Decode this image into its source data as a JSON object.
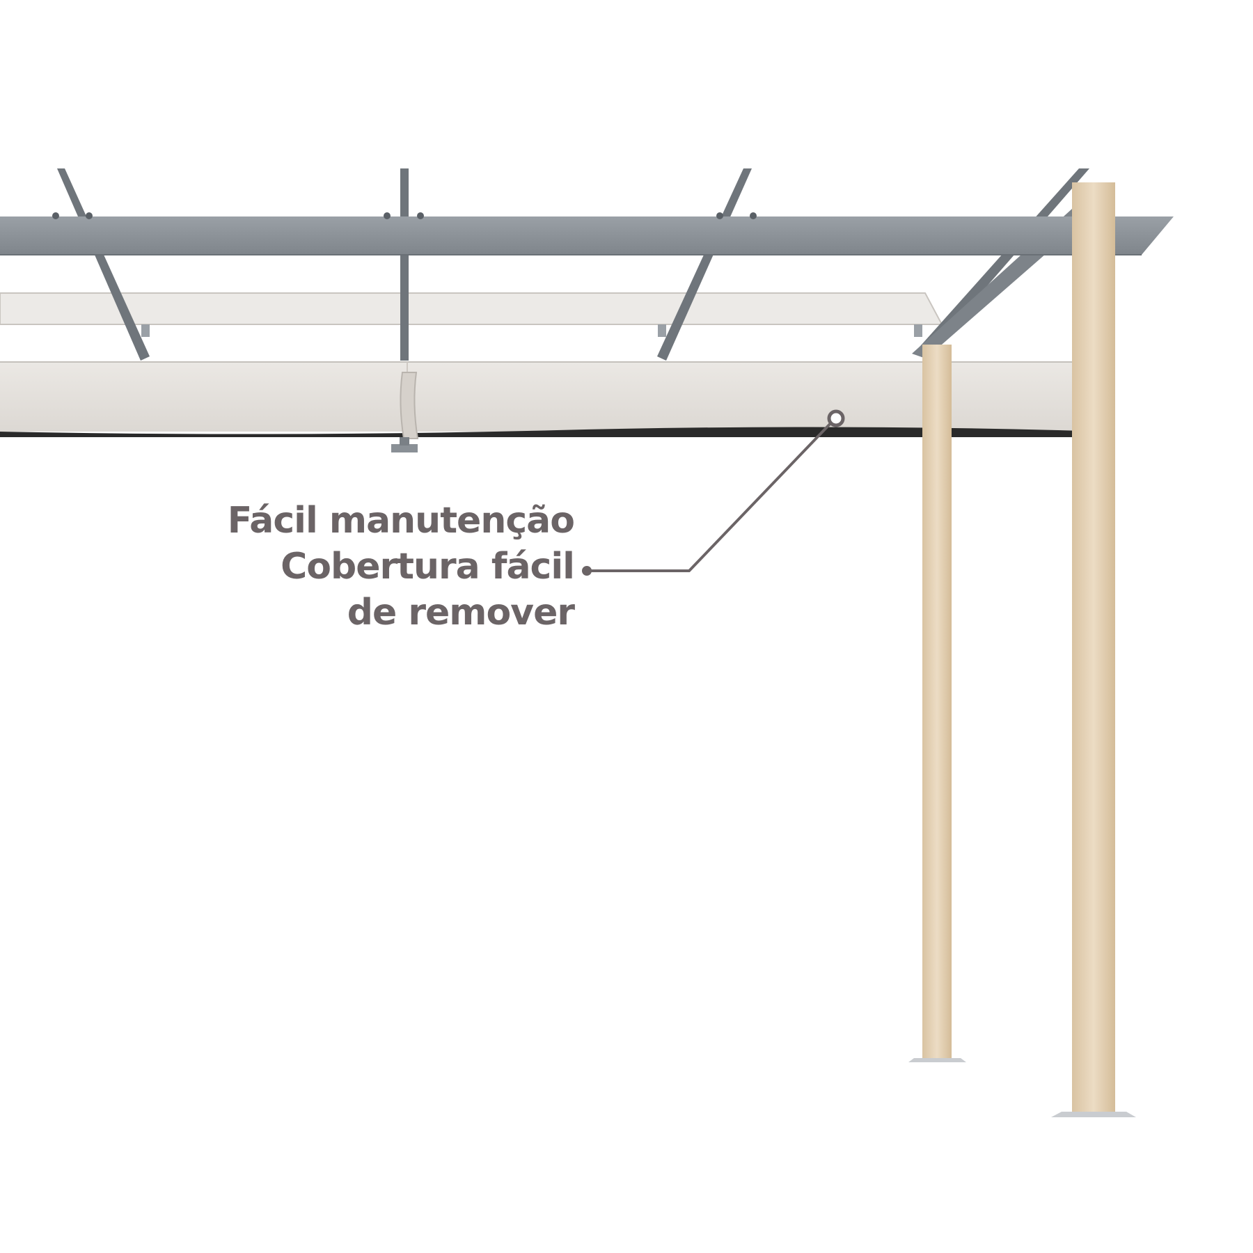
{
  "callout": {
    "title": "Fácil manutenção",
    "line1": "Cobertura fácil",
    "line2": "de remover"
  },
  "colors": {
    "background": "#ffffff",
    "text": "#6b6466",
    "steel": "#8f959b",
    "canopy": "#e3e0dc",
    "wood": "#e4d2b8"
  },
  "icons": {
    "product": "pergola-illustration"
  }
}
